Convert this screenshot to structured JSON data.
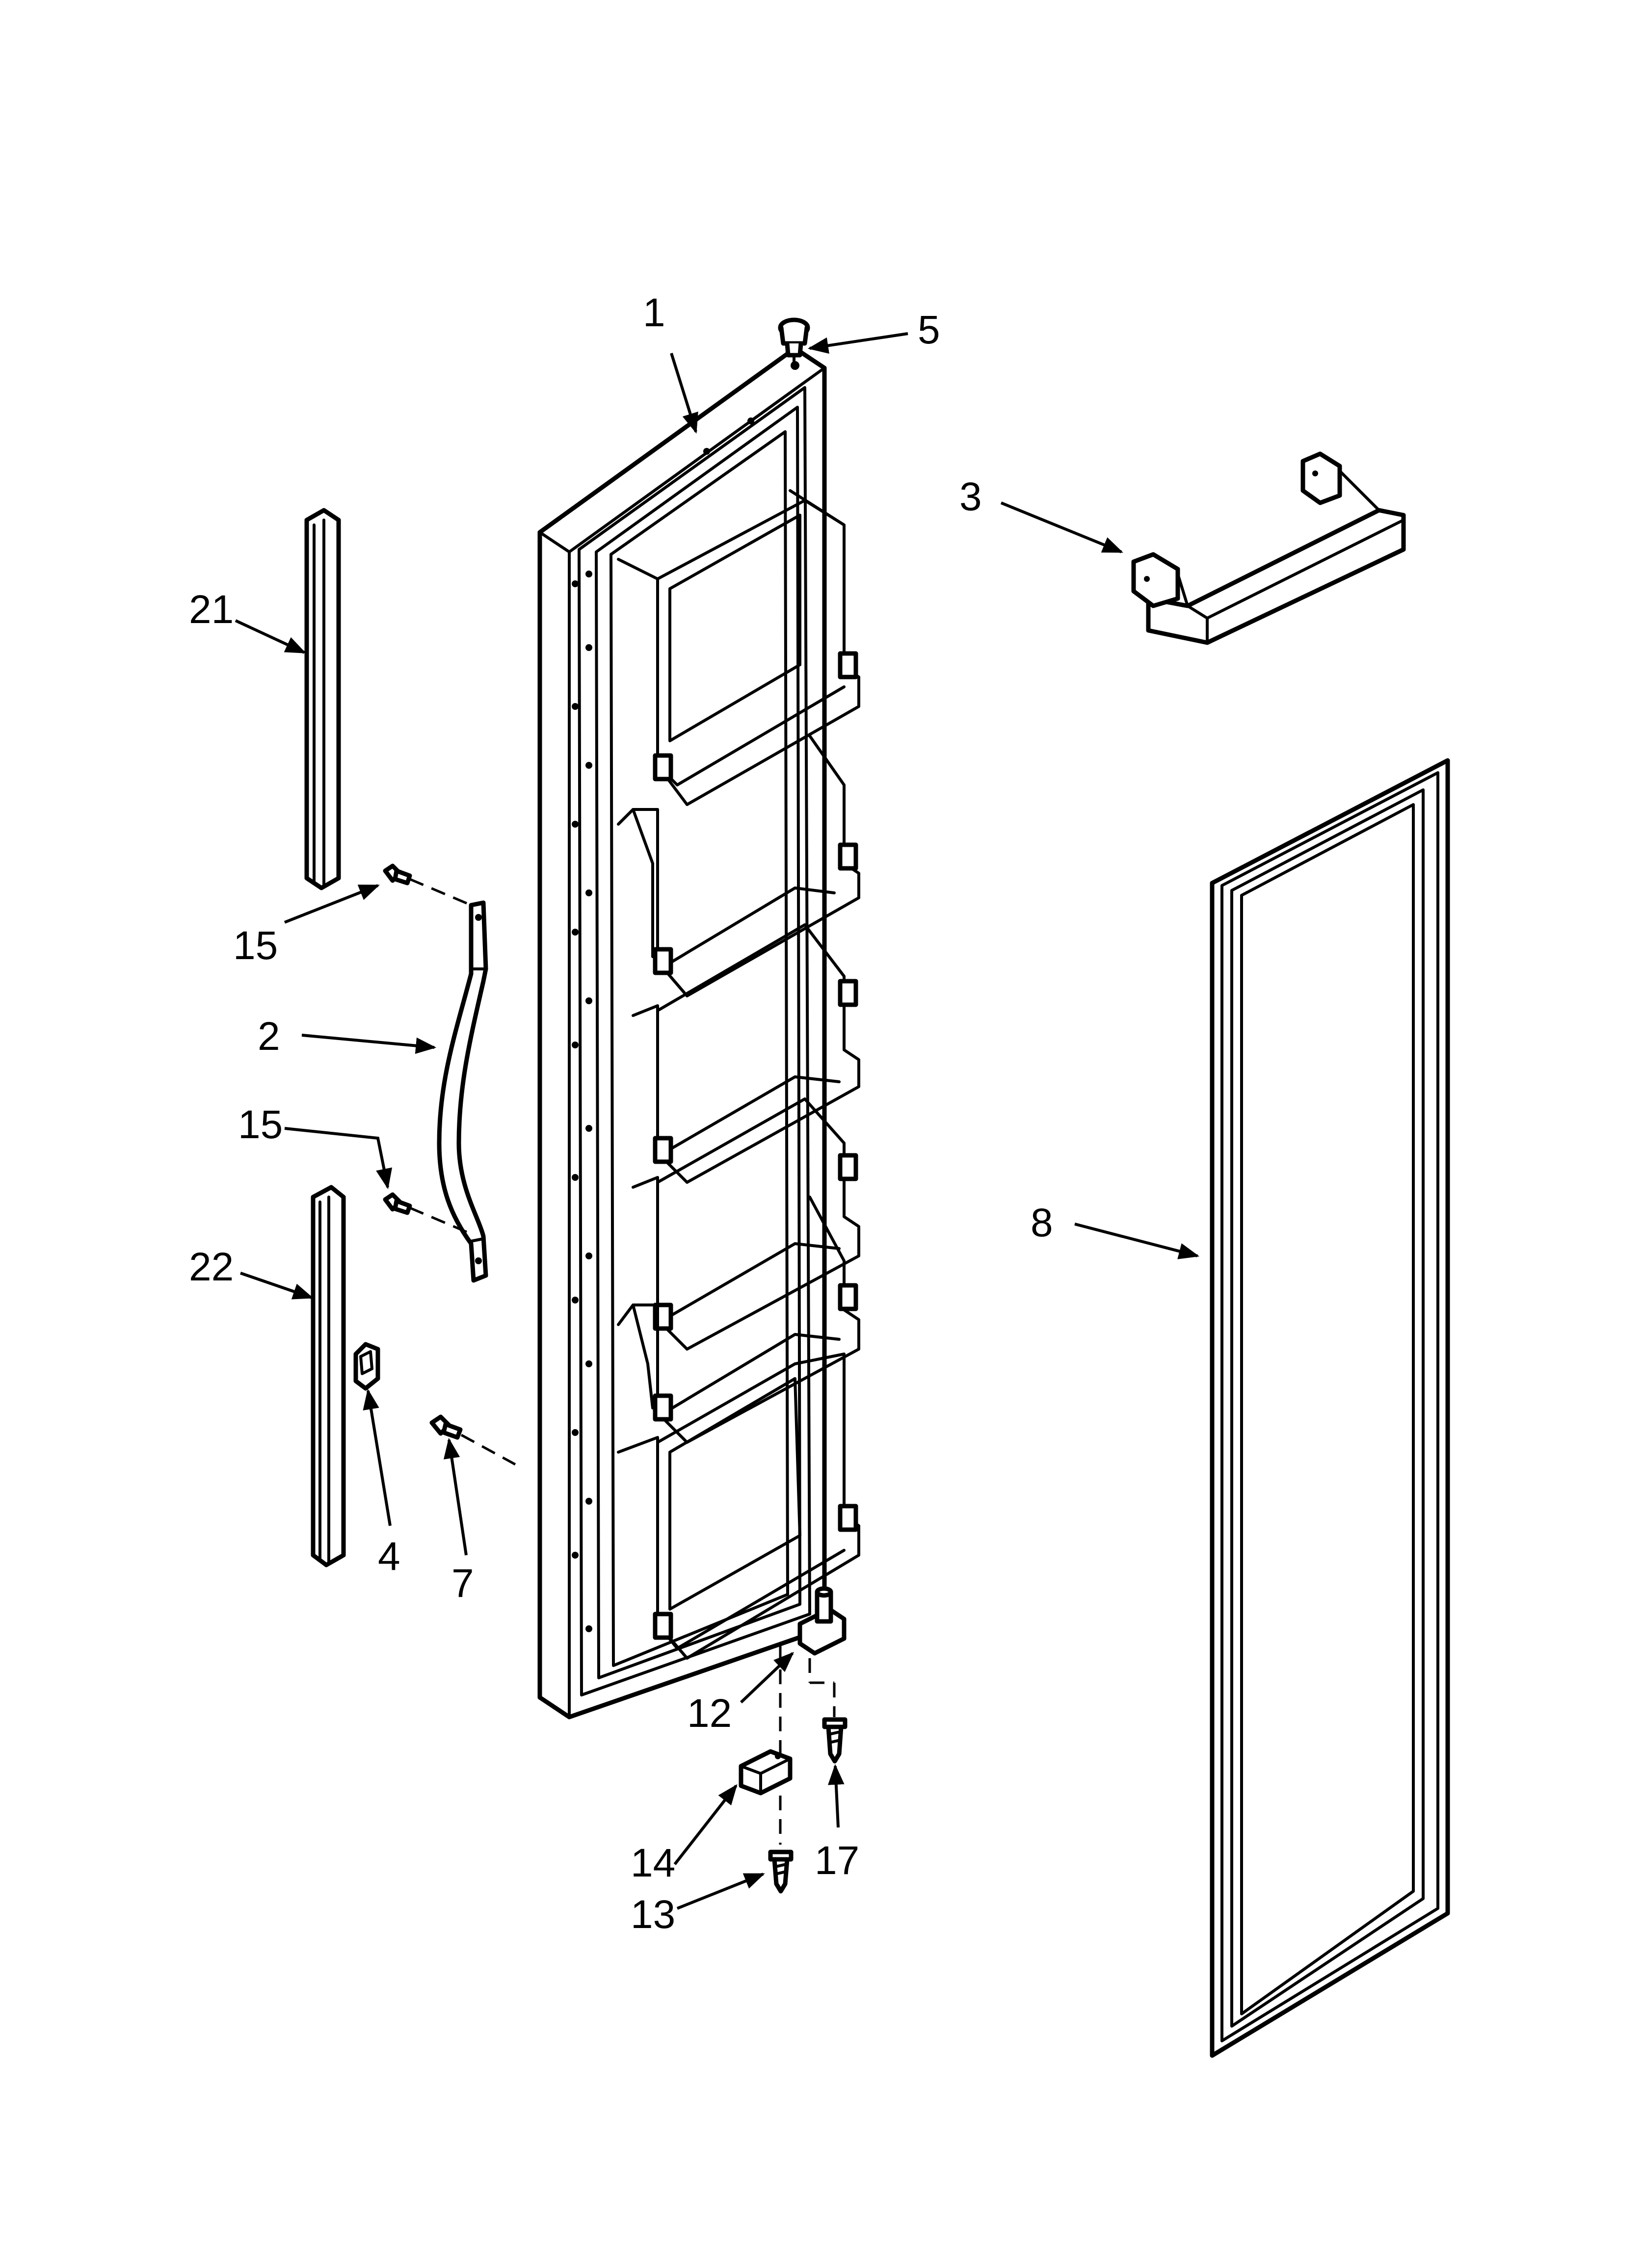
{
  "callouts": [
    {
      "id": "1",
      "text": "1"
    },
    {
      "id": "2",
      "text": "2"
    },
    {
      "id": "3",
      "text": "3"
    },
    {
      "id": "4",
      "text": "4"
    },
    {
      "id": "5",
      "text": "5"
    },
    {
      "id": "7",
      "text": "7"
    },
    {
      "id": "8",
      "text": "8"
    },
    {
      "id": "12",
      "text": "12"
    },
    {
      "id": "13",
      "text": "13"
    },
    {
      "id": "14",
      "text": "14"
    },
    {
      "id": "15a",
      "text": "15"
    },
    {
      "id": "15b",
      "text": "15"
    },
    {
      "id": "17",
      "text": "17"
    },
    {
      "id": "21",
      "text": "21"
    },
    {
      "id": "22",
      "text": "22"
    }
  ],
  "colors": {
    "line": "#000000",
    "background": "#ffffff"
  }
}
